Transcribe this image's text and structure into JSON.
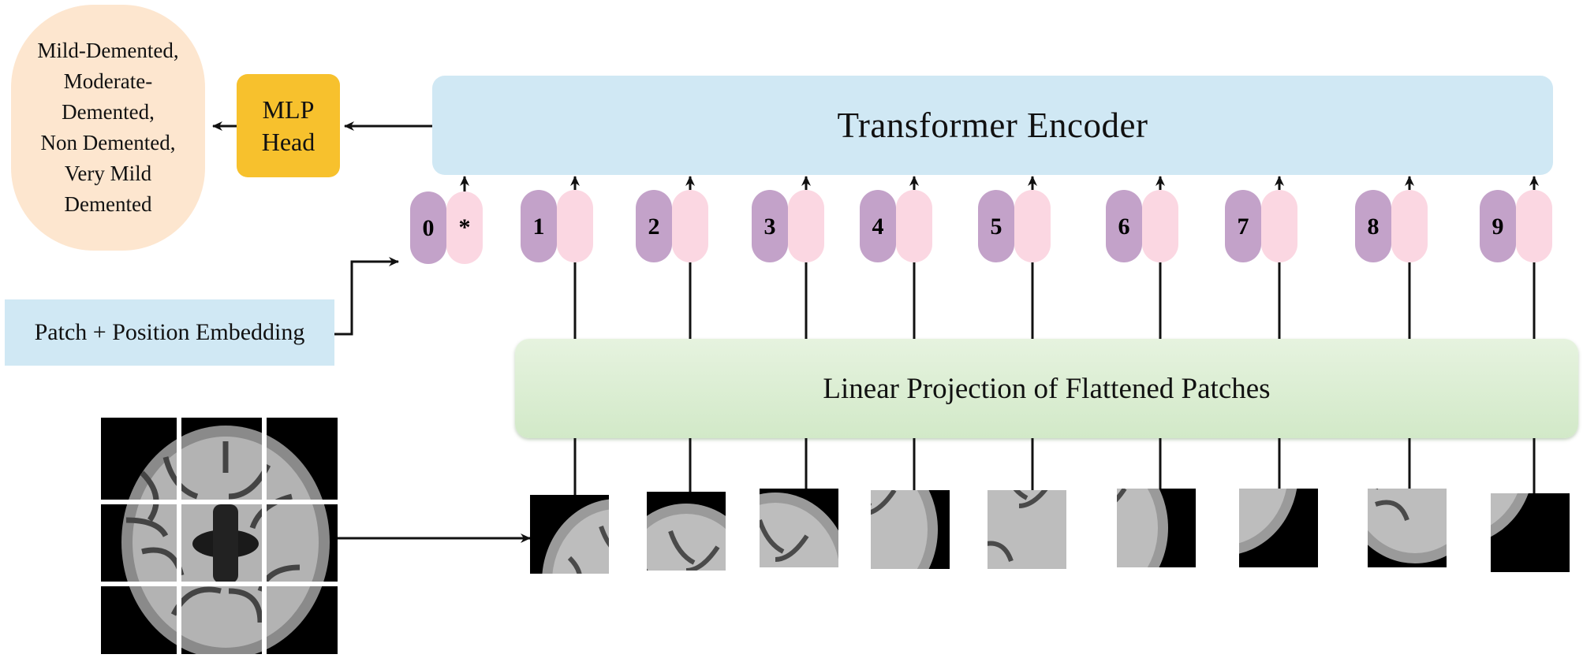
{
  "classes_label": {
    "lines": [
      "Mild-Demented,",
      "Moderate-",
      "Demented,",
      "Non Demented,",
      "Very Mild",
      "Demented"
    ]
  },
  "mlp_head": {
    "label": "MLP Head"
  },
  "transformer_encoder": {
    "label": "Transformer Encoder"
  },
  "embedding": {
    "label": "Patch + Position Embedding"
  },
  "linear_projection": {
    "label": "Linear Projection of Flattened Patches"
  },
  "tokens": [
    {
      "index": "0",
      "extra": "*"
    },
    {
      "index": "1",
      "extra": ""
    },
    {
      "index": "2",
      "extra": ""
    },
    {
      "index": "3",
      "extra": ""
    },
    {
      "index": "4",
      "extra": ""
    },
    {
      "index": "5",
      "extra": ""
    },
    {
      "index": "6",
      "extra": ""
    },
    {
      "index": "7",
      "extra": ""
    },
    {
      "index": "8",
      "extra": ""
    },
    {
      "index": "9",
      "extra": ""
    }
  ],
  "colors": {
    "position_embedding": "#c3a2c9",
    "patch_embedding": "#fbd7e2",
    "encoder": "#d0e8f4",
    "mlp": "#f7c12d",
    "classes": "#fde6cf",
    "projection": "#d8ecd0"
  }
}
